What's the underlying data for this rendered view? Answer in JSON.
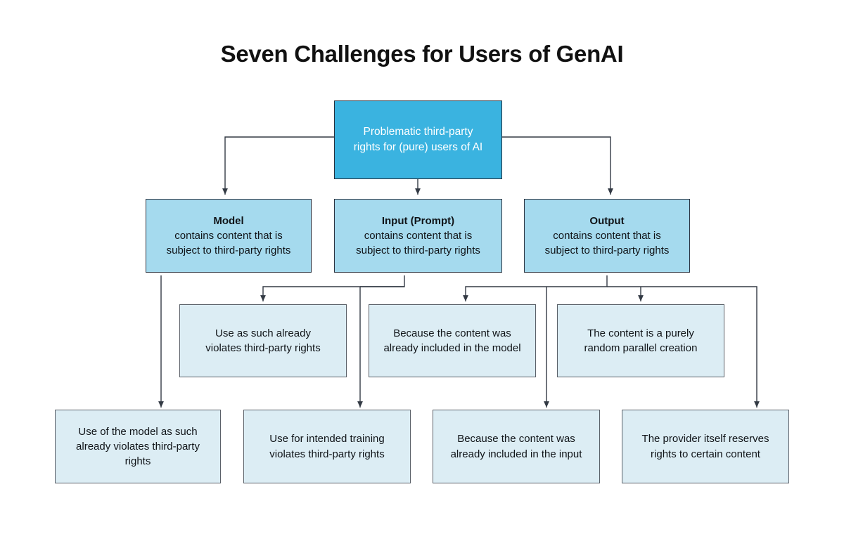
{
  "page": {
    "title": "Seven Challenges for Users of GenAI",
    "background_color": "#ffffff"
  },
  "colors": {
    "root_fill": "#3ab3e0",
    "root_text": "#ffffff",
    "mid_fill": "#a5daee",
    "leaf_fill": "#dcedf4",
    "box_border": "#2c3340",
    "leaf_border": "#5a6068",
    "connector": "#333a44",
    "text": "#101418"
  },
  "chart_data": {
    "type": "diagram",
    "title": "Seven Challenges for Users of GenAI",
    "orientation": "top-down tree",
    "levels": 4,
    "nodes": [
      {
        "id": "root",
        "level": 0,
        "lines": [
          "Problematic third-party",
          "rights for (pure) users of AI"
        ],
        "bold_lines": []
      },
      {
        "id": "model",
        "level": 1,
        "lines": [
          "Model",
          "contains content that is",
          "subject to third-party rights"
        ],
        "bold_lines": [
          0
        ]
      },
      {
        "id": "input",
        "level": 1,
        "lines": [
          "Input (Prompt)",
          "contains content that is",
          "subject to third-party rights"
        ],
        "bold_lines": [
          0
        ]
      },
      {
        "id": "output",
        "level": 1,
        "lines": [
          "Output",
          "contains content that is",
          "subject to third-party rights"
        ],
        "bold_lines": [
          0
        ]
      },
      {
        "id": "leaf-use-as-such",
        "level": 2,
        "lines": [
          "Use as such already",
          "violates third-party rights"
        ],
        "bold_lines": []
      },
      {
        "id": "leaf-included-model",
        "level": 2,
        "lines": [
          "Because the content was",
          "already included in the model"
        ],
        "bold_lines": []
      },
      {
        "id": "leaf-random-parallel",
        "level": 2,
        "lines": [
          "The content is a purely",
          "random parallel creation"
        ],
        "bold_lines": []
      },
      {
        "id": "leaf-use-of-model",
        "level": 3,
        "lines": [
          "Use of the model as such",
          "already violates third-party",
          "rights"
        ],
        "bold_lines": []
      },
      {
        "id": "leaf-intended-training",
        "level": 3,
        "lines": [
          "Use for intended training",
          "violates third-party rights"
        ],
        "bold_lines": []
      },
      {
        "id": "leaf-included-input",
        "level": 3,
        "lines": [
          "Because the content was",
          "already included in the input"
        ],
        "bold_lines": []
      },
      {
        "id": "leaf-provider-reserves",
        "level": 3,
        "lines": [
          "The provider itself reserves",
          "rights to certain content"
        ],
        "bold_lines": []
      }
    ],
    "edges": [
      {
        "from": "root",
        "to": "model"
      },
      {
        "from": "root",
        "to": "input"
      },
      {
        "from": "root",
        "to": "output"
      },
      {
        "from": "model",
        "to": "leaf-use-of-model"
      },
      {
        "from": "input",
        "to": "leaf-use-as-such"
      },
      {
        "from": "input",
        "to": "leaf-intended-training"
      },
      {
        "from": "output",
        "to": "leaf-included-model"
      },
      {
        "from": "output",
        "to": "leaf-random-parallel"
      },
      {
        "from": "output",
        "to": "leaf-included-input"
      },
      {
        "from": "output",
        "to": "leaf-provider-reserves"
      }
    ]
  },
  "nodes": {
    "root": {
      "l0": "Problematic third-party",
      "l1": "rights for (pure) users of AI"
    },
    "model": {
      "l0": "Model",
      "l1": "contains content that is",
      "l2": "subject to third-party rights"
    },
    "input": {
      "l0": "Input (Prompt)",
      "l1": "contains content that is",
      "l2": "subject to third-party rights"
    },
    "output": {
      "l0": "Output",
      "l1": "contains content that is",
      "l2": "subject to third-party rights"
    },
    "use_as_such": {
      "l0": "Use as such already",
      "l1": "violates third-party rights"
    },
    "included_model": {
      "l0": "Because the content was",
      "l1": "already included in the model"
    },
    "random_parallel": {
      "l0": "The content is a purely",
      "l1": "random parallel creation"
    },
    "use_of_model": {
      "l0": "Use of the model as such",
      "l1": "already violates third-party",
      "l2": "rights"
    },
    "intended_training": {
      "l0": "Use for intended training",
      "l1": "violates third-party rights"
    },
    "included_input": {
      "l0": "Because the content was",
      "l1": "already included in the input"
    },
    "provider_reserves": {
      "l0": "The provider itself reserves",
      "l1": "rights to certain content"
    }
  }
}
